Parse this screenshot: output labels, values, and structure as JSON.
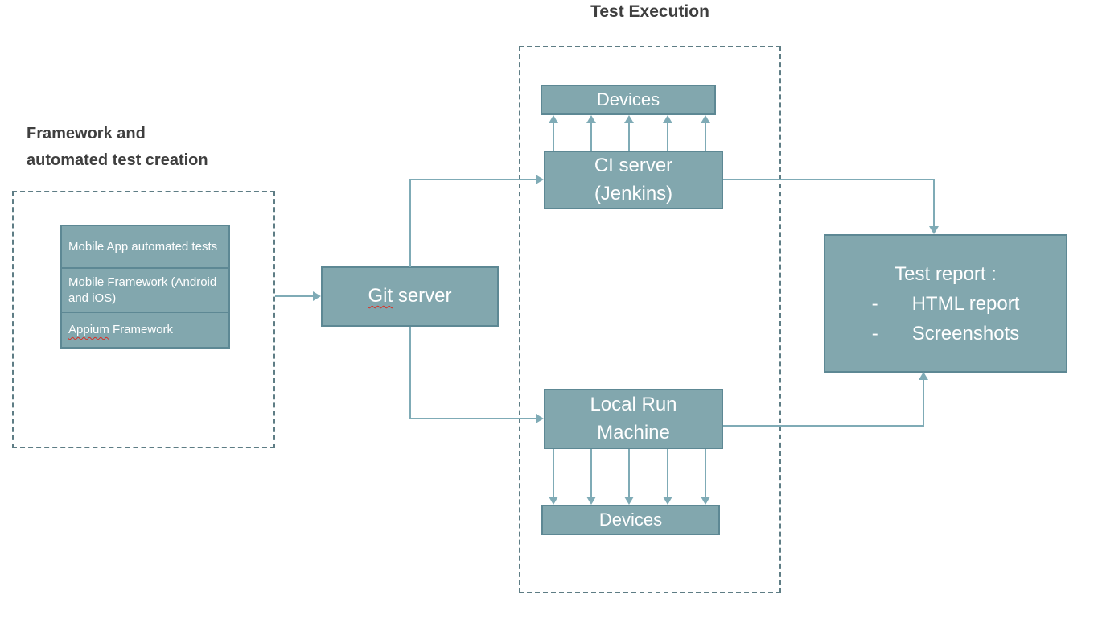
{
  "colors": {
    "node_fill": "#82a7ae",
    "node_border": "#5d8894",
    "connector": "#7fabb6",
    "dashed_border": "#5e7d85",
    "heading_text": "#3f3f3f",
    "node_text": "#ffffff",
    "spellcheck_underline": "#d93025"
  },
  "headings": {
    "test_execution": "Test Execution",
    "framework": "Framework and\nautomated test creation"
  },
  "framework_group": {
    "items": [
      {
        "label": "Mobile App automated tests"
      },
      {
        "label": "Mobile Framework (Android and iOS)"
      },
      {
        "misspelled": "Appium",
        "label": " Framework"
      }
    ]
  },
  "git_server": {
    "misspelled": "Git",
    "label": " server"
  },
  "execution_group": {
    "devices_top": "Devices",
    "ci_server_lines": [
      "CI server",
      "(Jenkins)"
    ],
    "local_run_lines": [
      "Local Run",
      "Machine"
    ],
    "devices_bottom": "Devices"
  },
  "test_report": {
    "title": "Test report :",
    "bullet": "-",
    "items": [
      "HTML report",
      "Screenshots"
    ]
  }
}
